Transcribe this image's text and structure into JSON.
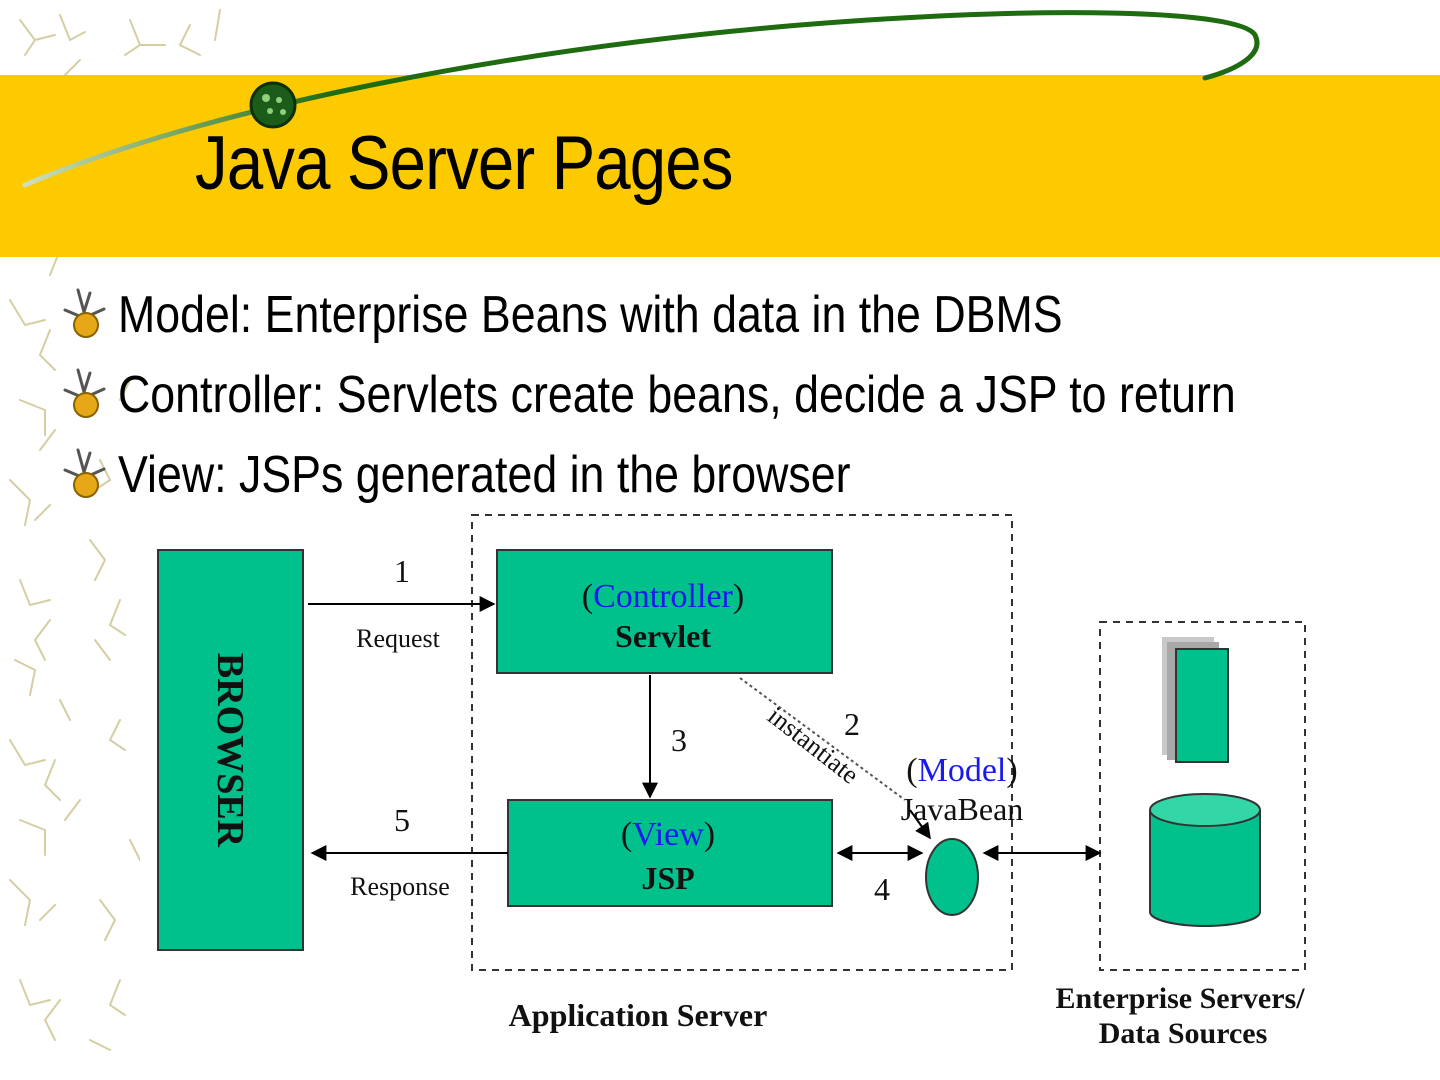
{
  "slide": {
    "title": "Java Server Pages",
    "bullets": [
      "Model: Enterprise Beans with data in the DBMS",
      "Controller: Servlets create beans, decide a JSP to return",
      "View: JSPs generated in the browser"
    ],
    "bullet_icon": "stick-figure-bullet-icon"
  },
  "diagram": {
    "browser_label": "BROWSER",
    "controller_role": "Controller",
    "controller_name": "Servlet",
    "view_role": "View",
    "view_name": "JSP",
    "model_role": "Model",
    "model_name": "JavaBean",
    "step1": "1",
    "step1_label": "Request",
    "step2": "2",
    "step2_label": "instantiate",
    "step3": "3",
    "step4": "4",
    "step5": "5",
    "step5_label": "Response",
    "app_server_label": "Application Server",
    "enterprise_label_line1": "Enterprise Servers/",
    "enterprise_label_line2": "Data Sources"
  },
  "colors": {
    "title_band": "#fdca00",
    "box_fill": "#00c08b",
    "role_text": "#1a1aee",
    "swoosh": "#1e6b10",
    "background_pattern": "#d4cfa3"
  }
}
